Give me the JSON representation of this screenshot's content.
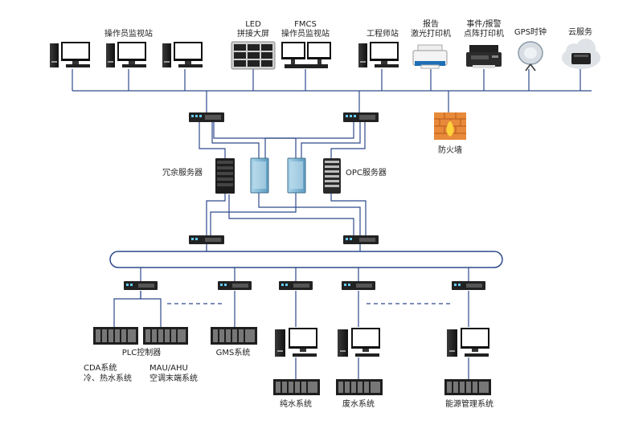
{
  "top_labels": {
    "operator_monitor": "操作员监视站",
    "led_line1": "LED",
    "led_line2": "拼接大屏",
    "fmcs_line1": "FMCS",
    "fmcs_line2": "操作员监视站",
    "engineer": "工程师站",
    "laser_line1": "报告",
    "laser_line2": "激光打印机",
    "dot_line1": "事件/报警",
    "dot_line2": "点阵打印机",
    "gps": "GPS时钟",
    "cloud": "云服务"
  },
  "mid_labels": {
    "firewall": "防火墙",
    "redundant_server": "冗余服务器",
    "opc_server": "OPC服务器"
  },
  "bottom_labels": {
    "plc": "PLC控制器",
    "gms": "GMS系统",
    "cda_line1": "CDA系统",
    "cda_line2": "冷、热水系统",
    "mau_line1": "MAU/AHU",
    "mau_line2": "空调末端系统",
    "pure_water": "纯水系统",
    "waste_water": "废水系统",
    "energy": "能源管理系统"
  },
  "colors": {
    "line": "#2f4a8c",
    "ring_stroke": "#2f4a8c",
    "monitor": "#1c1c1c",
    "server_blue": "#7fb8d6",
    "firewall": "#e88a3a"
  }
}
